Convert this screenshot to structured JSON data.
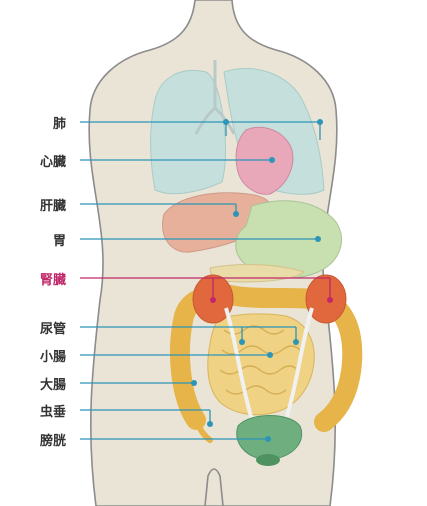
{
  "colors": {
    "skin": "#eae4d6",
    "outline": "#8c8c8c",
    "leader": "#2c95b8",
    "highlight": "#c0286a",
    "label_text": "#333333",
    "lung": "#c5e0dc",
    "heart": "#e8a8ba",
    "liver": "#e6b09a",
    "stomach": "#c8dfb0",
    "kidney": "#e0683c",
    "colon": "#e6b448",
    "small_intestine": "#efd283",
    "bladder": "#6fae7e",
    "ureter": "#f1f1f1"
  },
  "labels": [
    {
      "key": "lung",
      "text": "肺",
      "highlight": false
    },
    {
      "key": "heart",
      "text": "心臓",
      "highlight": false
    },
    {
      "key": "liver",
      "text": "肝臓",
      "highlight": false
    },
    {
      "key": "stomach",
      "text": "胃",
      "highlight": false
    },
    {
      "key": "kidney",
      "text": "腎臓",
      "highlight": true
    },
    {
      "key": "ureter",
      "text": "尿管",
      "highlight": false
    },
    {
      "key": "small_intestine",
      "text": "小腸",
      "highlight": false
    },
    {
      "key": "large_intestine",
      "text": "大腸",
      "highlight": false
    },
    {
      "key": "appendix",
      "text": "虫垂",
      "highlight": false
    },
    {
      "key": "bladder",
      "text": "膀胱",
      "highlight": false
    }
  ]
}
